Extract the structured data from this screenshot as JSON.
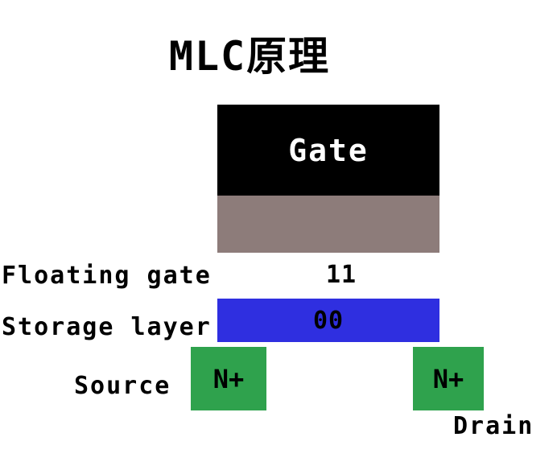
{
  "title": "MLC原理",
  "colors": {
    "gate": "#000000",
    "oxide": "#8d7c7a",
    "storage": "#2f2fe0",
    "nplus": "#2fa24d",
    "background": "#ffffff"
  },
  "diagram": {
    "gate_label": "Gate",
    "floating_gate_label": "Floating gate",
    "storage_layer_label": "Storage layer",
    "level_bits_top": "11",
    "level_bits_bottom": "00",
    "source_label": "Source",
    "drain_label": "Drain",
    "nplus_left_label": "N+",
    "nplus_right_label": "N+"
  }
}
